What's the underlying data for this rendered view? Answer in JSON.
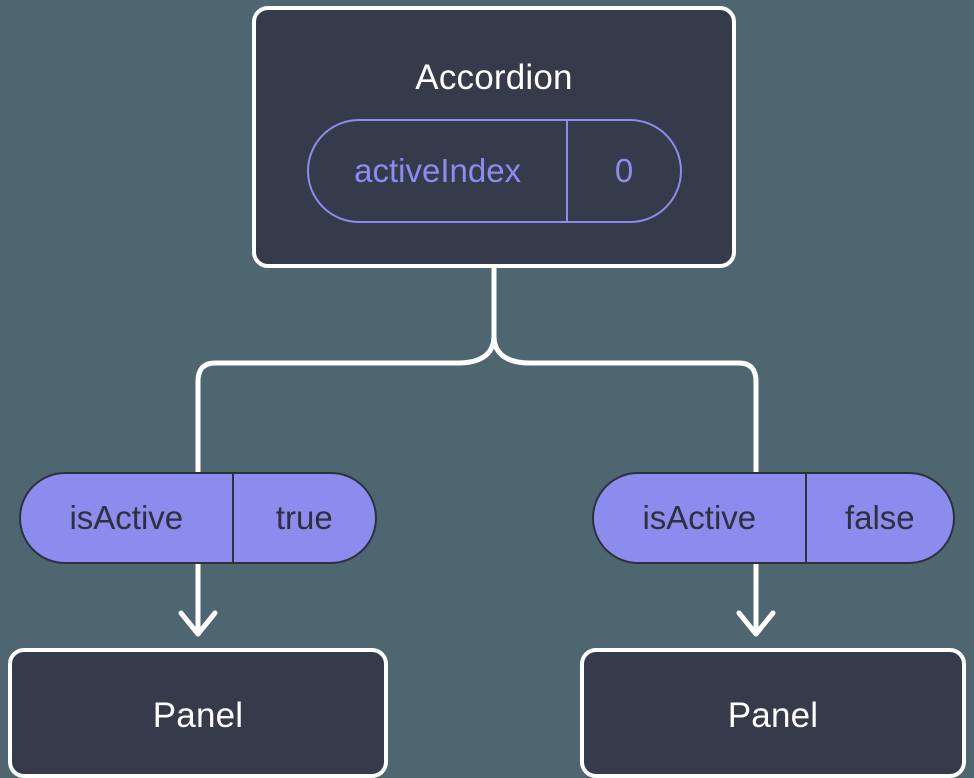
{
  "diagram": {
    "background_color": "#4d6670",
    "node_fill_color": "#353b4a",
    "node_border_color": "#ffffff",
    "accent_color": "#8b8ced",
    "wire_color": "#ffffff",
    "root": {
      "title": "Accordion",
      "state_pill": {
        "key": "activeIndex",
        "value": "0",
        "style": "outlined"
      }
    },
    "branches": [
      {
        "pill": {
          "key": "isActive",
          "value": "true",
          "style": "filled"
        },
        "child": {
          "title": "Panel"
        }
      },
      {
        "pill": {
          "key": "isActive",
          "value": "false",
          "style": "filled"
        },
        "child": {
          "title": "Panel"
        }
      }
    ]
  }
}
